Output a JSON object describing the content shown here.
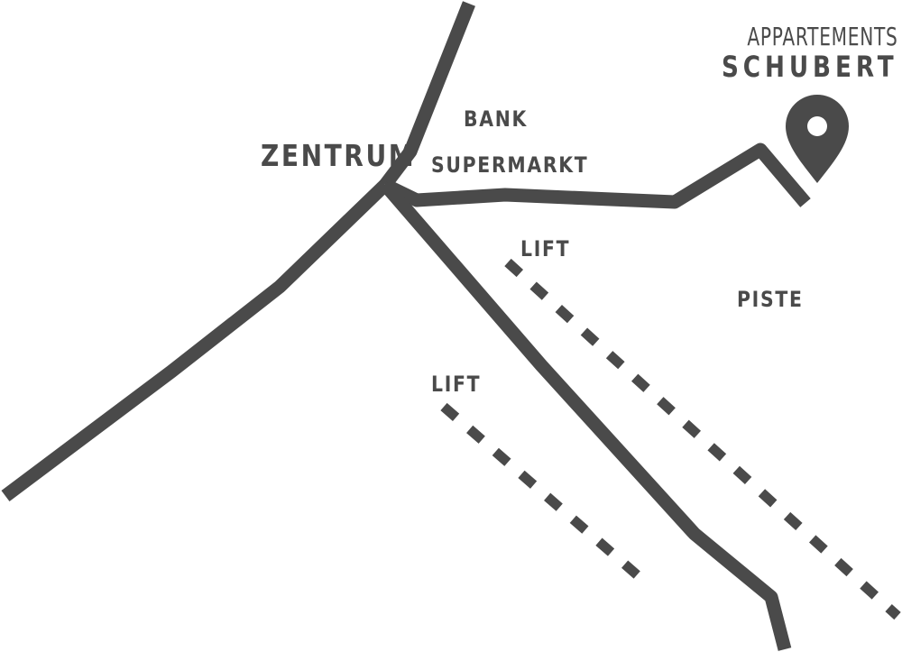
{
  "map": {
    "background": "#ffffff",
    "ink_color": "#4a4a4a",
    "logo": {
      "line1": "APPARTEMENTS",
      "line2": "SCHUBERT"
    },
    "labels": {
      "zentrum": "ZENTRUM",
      "bank": "BANK",
      "supermarkt": "SUPERMARKT",
      "lift_upper": "LIFT",
      "lift_lower": "LIFT",
      "piste": "PISTE"
    },
    "marker": "location-pin-icon"
  }
}
